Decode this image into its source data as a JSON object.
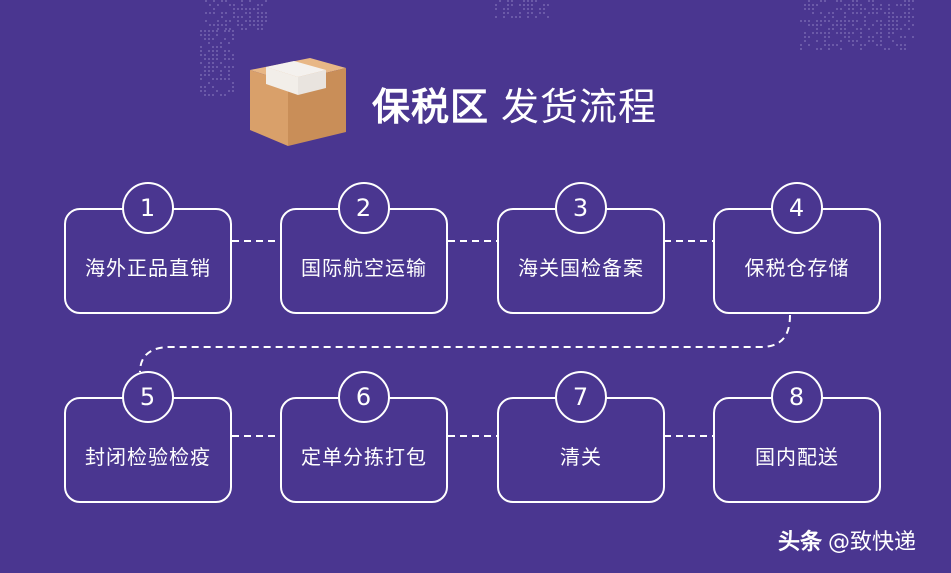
{
  "title": {
    "bold": "保税区",
    "light": "发货流程"
  },
  "steps": [
    {
      "number": "1",
      "label": "海外正品直销"
    },
    {
      "number": "2",
      "label": "国际航空运输"
    },
    {
      "number": "3",
      "label": "海关国检备案"
    },
    {
      "number": "4",
      "label": "保税仓存储"
    },
    {
      "number": "5",
      "label": "封闭检验检疫"
    },
    {
      "number": "6",
      "label": "定单分拣打包"
    },
    {
      "number": "7",
      "label": "清关"
    },
    {
      "number": "8",
      "label": "国内配送"
    }
  ],
  "watermark": {
    "logo": "头条",
    "handle": "@致快递"
  },
  "colors": {
    "background": "#4a3690",
    "foreground": "#ffffff",
    "box": "#d9a06a"
  },
  "icons": {
    "box": "cardboard-box-icon"
  }
}
